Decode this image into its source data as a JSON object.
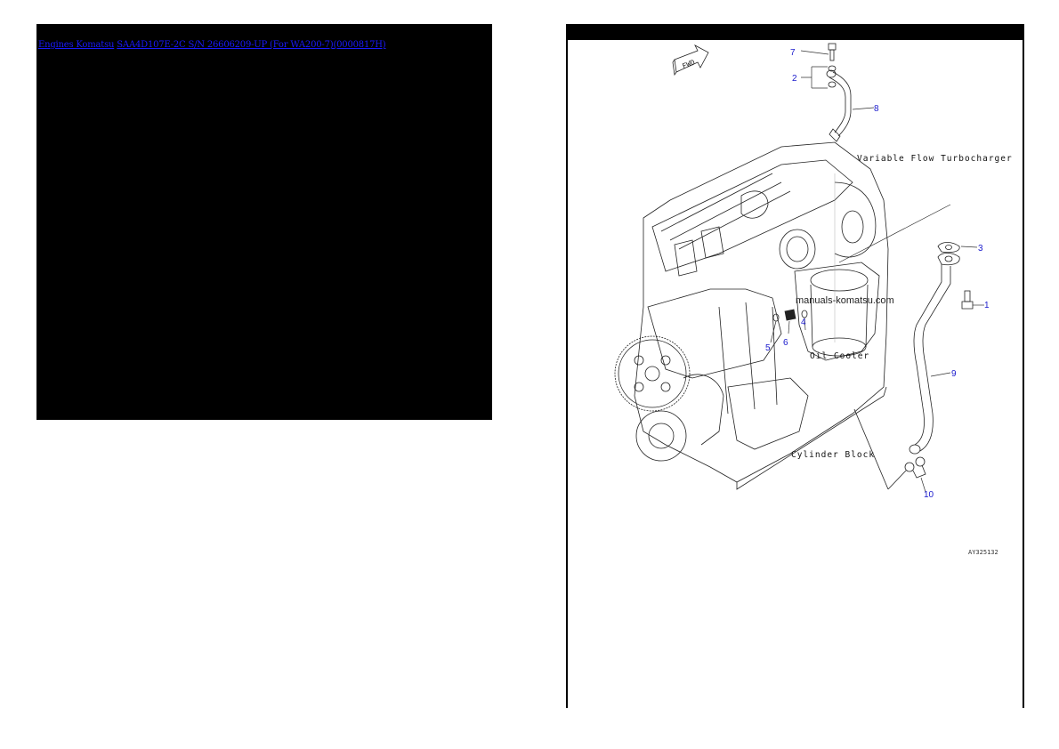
{
  "left_panel": {
    "breadcrumb": [
      {
        "label": "Engines Komatsu"
      },
      {
        "label": "SAA4D107E-2C S/N 26606209-UP (For WA200-7)(0000817H)"
      }
    ],
    "background": "#000000",
    "link_color": "#1a1aff"
  },
  "right_panel": {
    "header_title": "",
    "diagram": {
      "fwd_sign": "FWD",
      "labels": {
        "turbo": "Variable Flow Turbocharger",
        "oil_cooler": "Oil Cooler",
        "cylinder_block": "Cylinder Block"
      },
      "watermark": "manuals-komatsu.com",
      "drawing_code": "AY325132",
      "callouts": [
        "1",
        "2",
        "3",
        "4",
        "5",
        "6",
        "7",
        "8",
        "9",
        "10"
      ],
      "callout_color": "#1a1acc"
    }
  }
}
